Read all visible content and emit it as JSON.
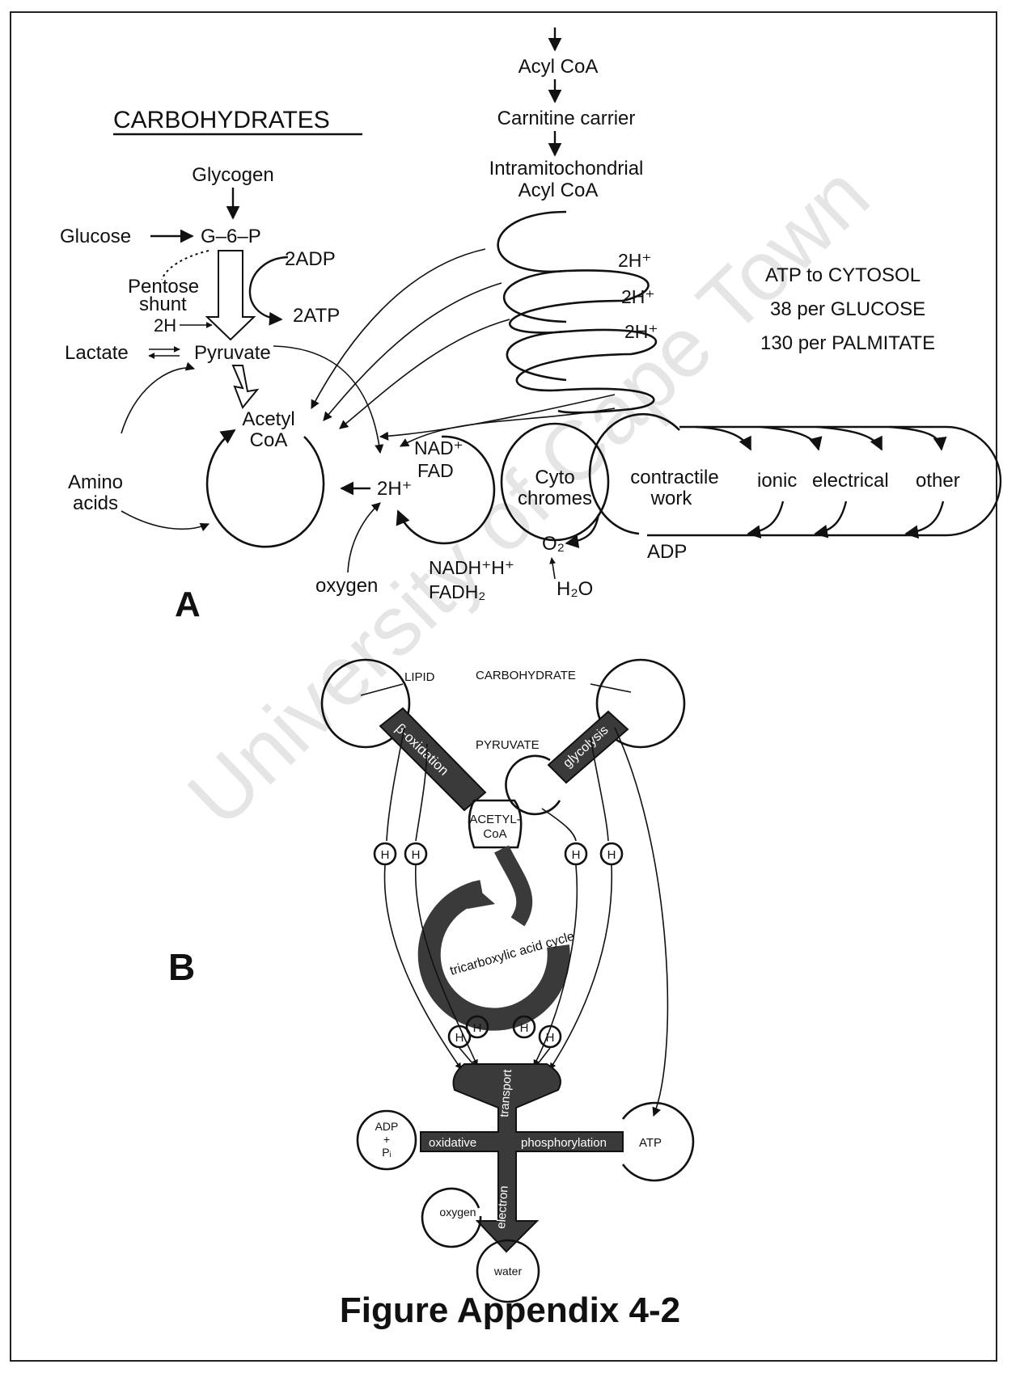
{
  "panel_a": {
    "panel_label": "A",
    "carbohydrates_title": "CARBOHYDRATES",
    "glycogen": "Glycogen",
    "glucose": "Glucose",
    "g6p": "G–6–P",
    "pentose": "Pentose",
    "shunt": "shunt",
    "two_h": "2H",
    "two_adp": "2ADP",
    "two_atp": "2ATP",
    "lactate": "Lactate",
    "pyruvate": "Pyruvate",
    "acetyl": "Acetyl",
    "coa": "CoA",
    "amino": "Amino",
    "acids": "acids",
    "two_h_plus": "2H⁺",
    "oxygen": "oxygen",
    "nad": "NAD⁺",
    "fad": "FAD",
    "nadh": "NADH⁺H⁺",
    "fadh2": "FADH₂",
    "cyto": "Cyto",
    "chromes": "chromes",
    "o2": "O₂",
    "h2o": "H₂O",
    "contractile": "contractile",
    "work": "work",
    "ionic": "ionic",
    "electrical": "electrical",
    "other": "other",
    "adp": "ADP",
    "acyl_coa": "Acyl CoA",
    "carnitine": "Carnitine carrier",
    "intramito": "Intramitochondrial",
    "intramito_acyl": "Acyl CoA",
    "spiral_h1": "2H⁺",
    "spiral_h2": "2H⁺",
    "spiral_h3": "2H⁺",
    "atp_line1": "ATP to CYTOSOL",
    "atp_line2": "38 per GLUCOSE",
    "atp_line3": "130 per PALMITATE"
  },
  "panel_b": {
    "panel_label": "B",
    "lipid": "LIPID",
    "carbohydrate": "CARBOHYDRATE",
    "pyruvate": "PYRUVATE",
    "beta_oxidation": "β-oxidation",
    "glycolysis": "glycolysis",
    "acetyl": "ACETYL-",
    "coa": "CoA",
    "tca": "tricarboxylic acid cycle",
    "h": "H",
    "transport": "transport",
    "electron": "electron",
    "oxidative": "oxidative",
    "phosphorylation": "phosphorylation",
    "adp": "ADP",
    "plus": "+",
    "pi": "Pᵢ",
    "atp": "ATP",
    "oxygen": "oxygen",
    "water": "water"
  },
  "watermark": "University of Cape Town",
  "caption": "Figure Appendix 4-2",
  "colors": {
    "ink": "#111111",
    "paper": "#ffffff",
    "stipple": "#3a3a3a"
  }
}
